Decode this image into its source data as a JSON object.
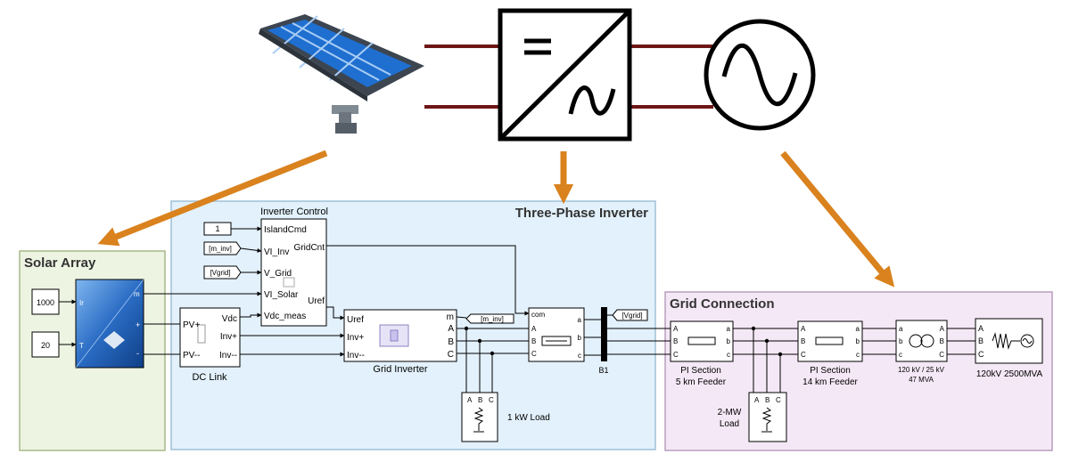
{
  "colors": {
    "solar_bg": "#eef4e2",
    "solar_border": "#a7b98a",
    "inverter_bg": "#e2f1fb",
    "inverter_border": "#9fc0d8",
    "grid_bg": "#f5e8f6",
    "grid_border": "#b89ebd",
    "arrow": "#d9821e",
    "power_line": "#6e1616",
    "panel_blue": "#1f6fd0",
    "panel_frame": "#3c4550"
  },
  "icons": {
    "solar": "solar-panel-icon",
    "converter": "dc-ac-converter-icon",
    "ac_source": "ac-source-icon"
  },
  "regions": {
    "solar": "Solar Array",
    "inverter": "Three-Phase Inverter",
    "grid": "Grid Connection"
  },
  "solar": {
    "irradiance": "1000",
    "temperature": "20",
    "port_ir": "Ir",
    "port_t": "T",
    "port_m": "m",
    "port_plus": "+",
    "port_minus": "-"
  },
  "dc_link": {
    "label": "DC Link",
    "pv_plus": "PV+",
    "pv_minus": "PV--",
    "vdc": "Vdc",
    "inv_plus": "Inv+",
    "inv_minus": "Inv--"
  },
  "inverter_control": {
    "title": "Inverter Control",
    "const_value": "1",
    "tag_m_inv": "[m_inv]",
    "tag_vgrid": "[Vgrid]",
    "in_island": "IslandCmd",
    "in_vi_inv": "VI_Inv",
    "in_v_grid": "V_Grid",
    "in_vi_solar": "VI_Solar",
    "in_vdc_meas": "Vdc_meas",
    "out_gridcnt": "GridCnt",
    "out_uref": "Uref"
  },
  "grid_inverter": {
    "label": "Grid Inverter",
    "in_uref": "Uref",
    "in_inv_plus": "Inv+",
    "in_inv_minus": "Inv--",
    "out_m": "m",
    "out_a": "A",
    "out_b": "B",
    "out_c": "C",
    "goto_m_inv": "[m_inv]"
  },
  "breaker": {
    "com": "com",
    "a_in": "A",
    "b_in": "B",
    "c_in": "C",
    "a_out": "a",
    "b_out": "b",
    "c_out": "c"
  },
  "bus": {
    "label": "B1",
    "goto_vgrid": "[Vgrid]"
  },
  "load_1kw": {
    "label": "1 kW Load",
    "a": "A",
    "b": "B",
    "c": "C"
  },
  "pi_5km": {
    "line1": "PI Section",
    "line2": "5 km Feeder"
  },
  "pi_14km": {
    "line1": "PI Section",
    "line2": "14 km Feeder"
  },
  "load_2mw": {
    "line1": "2-MW",
    "line2": "Load",
    "a": "A",
    "b": "B",
    "c": "C"
  },
  "transformer": {
    "line1": "120 kV / 25 kV",
    "line2": "47 MVA",
    "a_in": "a",
    "b_in": "b",
    "c_in": "c",
    "a_out": "A",
    "b_out": "B",
    "c_out": "C"
  },
  "source": {
    "label": "120kV 2500MVA",
    "a": "A",
    "b": "B",
    "c": "C"
  }
}
